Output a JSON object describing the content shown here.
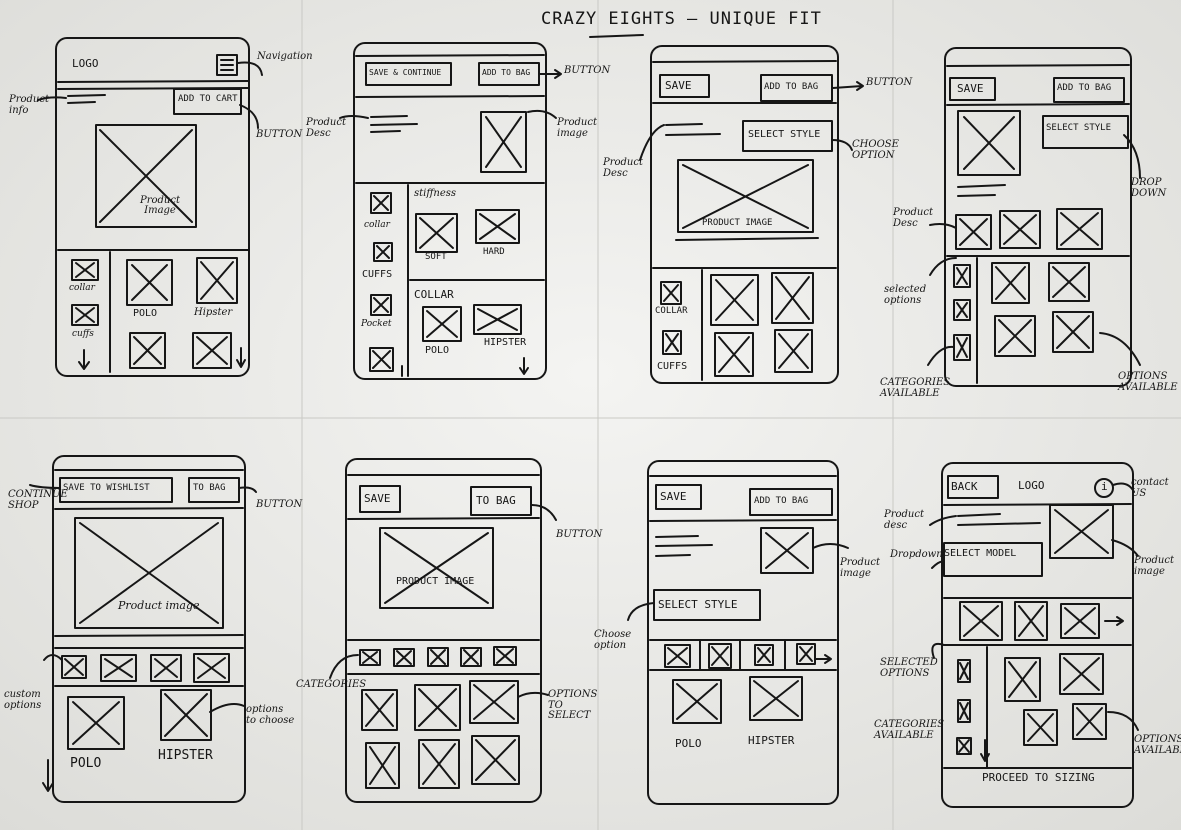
{
  "title": "CRAZY EIGHTS — UNIQUE FIT",
  "frames": [
    {
      "id": "f1",
      "labels": {
        "logo": "LOGO",
        "add_to_cart": "ADD TO CART",
        "product_image": "Product Image",
        "collar": "collar",
        "cuffs": "cuffs",
        "polo": "POLO",
        "hipster": "Hipster"
      },
      "annotations": {
        "navigation": "Navigation",
        "product_info": "Product info",
        "button": "BUTTON"
      }
    },
    {
      "id": "f2",
      "labels": {
        "save_continue": "SAVE & CONTINUE",
        "add_to_bag": "ADD TO BAG",
        "stiffness": "stiffness",
        "soft": "SOFT",
        "hard": "HARD",
        "collar_cat": "collar",
        "cuffs_cat": "CUFFS",
        "pocket": "Pocket",
        "collar_head": "COLLAR",
        "polo": "POLO",
        "hipster": "HIPSTER"
      },
      "annotations": {
        "button": "BUTTON",
        "product_desc": "Product Desc",
        "product_image": "Product image"
      }
    },
    {
      "id": "f3",
      "labels": {
        "save": "SAVE",
        "add_to_bag": "ADD TO BAG",
        "select_style": "SELECT STYLE",
        "product_image": "PRODUCT IMAGE",
        "collar": "COLLAR",
        "cuffs": "CUFFS"
      },
      "annotations": {
        "button": "BUTTON",
        "choose_option": "CHOOSE OPTION",
        "product_desc": "Product Desc"
      }
    },
    {
      "id": "f4",
      "labels": {
        "save": "SAVE",
        "add_to_bag": "ADD TO BAG",
        "select_style": "SELECT STYLE"
      },
      "annotations": {
        "drop_down": "DROP DOWN",
        "product_desc": "Product Desc",
        "selected_options": "selected options",
        "categories_available": "CATEGORIES AVAILABLE",
        "options_available": "OPTIONS AVAILABLE"
      }
    },
    {
      "id": "f5",
      "labels": {
        "save_to_wishlist": "SAVE TO WISHLIST",
        "to_bag": "TO BAG",
        "product_image": "Product image",
        "polo": "POLO",
        "hipster": "HIPSTER"
      },
      "annotations": {
        "continue_shop": "CONTINUE SHOP",
        "button": "BUTTON",
        "custom_options": "custom options",
        "options_to_choose": "options to choose"
      }
    },
    {
      "id": "f6",
      "labels": {
        "save": "SAVE",
        "to_bag": "TO BAG",
        "product_image": "PRODUCT IMAGE"
      },
      "annotations": {
        "button": "BUTTON",
        "categories": "CATEGORIES",
        "options_to_select": "OPTIONS TO SELECT"
      }
    },
    {
      "id": "f7",
      "labels": {
        "save": "SAVE",
        "add_to_bag": "ADD TO BAG",
        "select_style": "SELECT STYLE",
        "polo": "POLO",
        "hipster": "HIPSTER"
      },
      "annotations": {
        "product_image": "Product image",
        "choose_option": "Choose option"
      }
    },
    {
      "id": "f8",
      "labels": {
        "back": "BACK",
        "logo": "LOGO",
        "info": "i",
        "select_model": "SELECT MODEL",
        "proceed": "PROCEED TO SIZING"
      },
      "annotations": {
        "contact_us": "contact US",
        "product_desc": "Product desc",
        "dropdown": "Dropdown",
        "product_image": "Product image",
        "selected_options": "SELECTED OPTIONS",
        "categories_available": "CATEGORIES AVAILABLE",
        "options_available": "OPTIONS AVAILABLE"
      }
    }
  ]
}
